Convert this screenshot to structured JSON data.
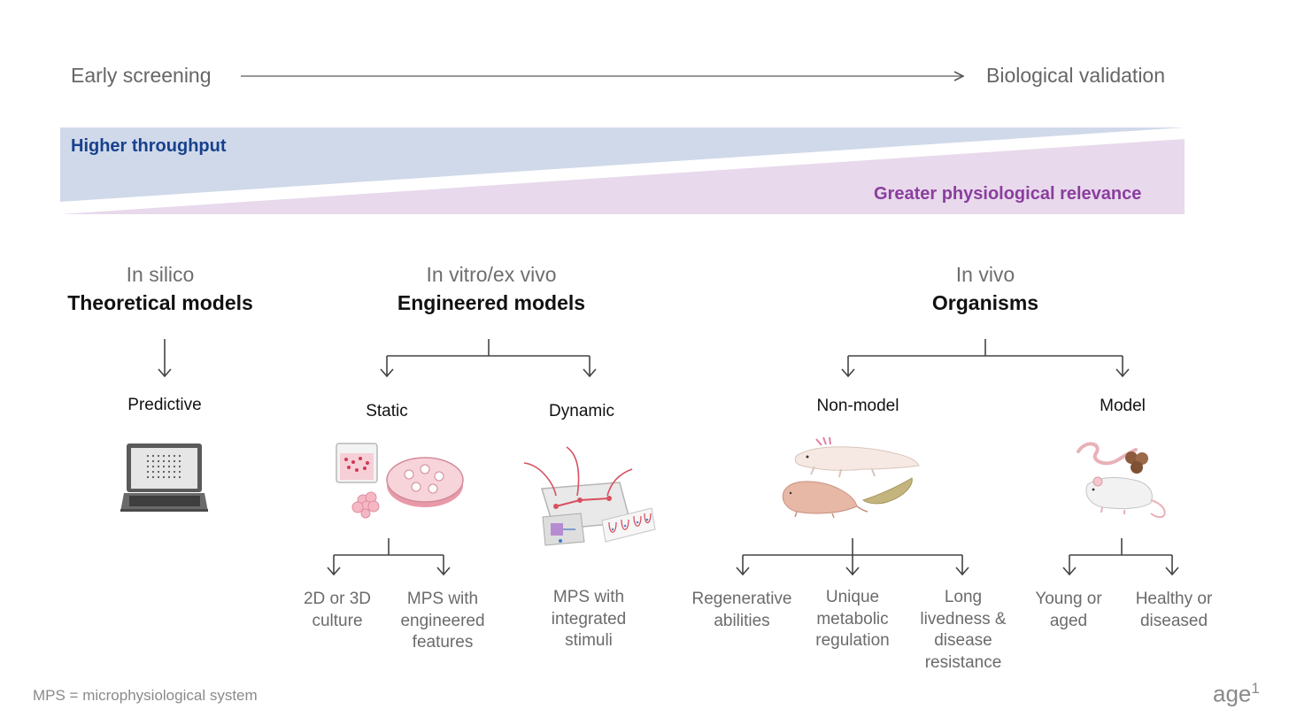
{
  "axis": {
    "left_label": "Early screening",
    "right_label": "Biological validation"
  },
  "wedges": {
    "throughput_label": "Higher throughput",
    "throughput_color": "#d0d9ea",
    "throughput_text_color": "#17418d",
    "relevance_label": "Greater physiological relevance",
    "relevance_color": "#e8d9ec",
    "relevance_text_color": "#8a3e9e"
  },
  "categories": [
    {
      "sub": "In silico",
      "title": "Theoretical models"
    },
    {
      "sub": "In vitro/ex vivo",
      "title": "Engineered models"
    },
    {
      "sub": "In vivo",
      "title": "Organisms"
    }
  ],
  "nodes": {
    "predictive": "Predictive",
    "static": "Static",
    "dynamic": "Dynamic",
    "non_model": "Non-model",
    "model": "Model"
  },
  "leaves": {
    "culture": [
      "2D or 3D",
      "culture"
    ],
    "mps_engineered": [
      "MPS with",
      "engineered",
      "features"
    ],
    "mps_stimuli": [
      "MPS with",
      "integrated",
      "stimuli"
    ],
    "regenerative": [
      "Regenerative",
      "abilities"
    ],
    "metabolic": [
      "Unique",
      "metabolic",
      "regulation"
    ],
    "long_lived": [
      "Long",
      "livedness &",
      "disease",
      "resistance"
    ],
    "young_aged": [
      "Young or",
      "aged"
    ],
    "healthy_diseased": [
      "Healthy or",
      "diseased"
    ]
  },
  "footnote": "MPS = microphysiological system",
  "logo": {
    "text": "age",
    "superscript": "1"
  }
}
